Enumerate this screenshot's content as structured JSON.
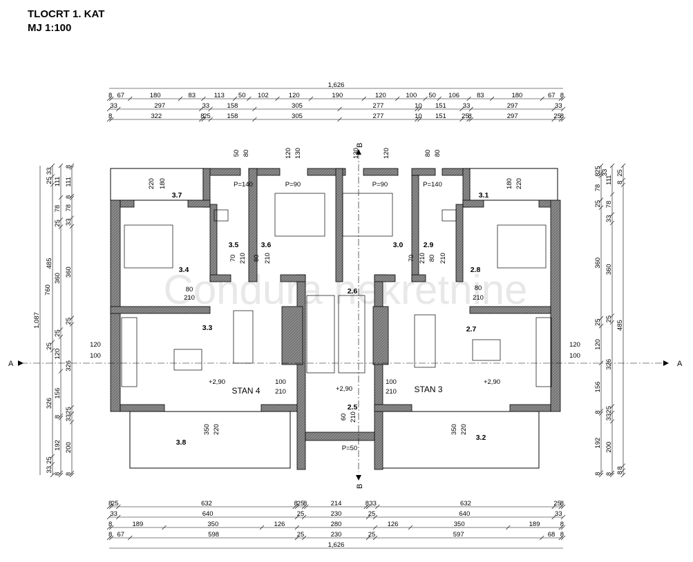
{
  "title": {
    "line1": "TLOCRT 1. KAT",
    "line2": "MJ 1:100"
  },
  "watermark": "Condura nekretnine",
  "section_marks": {
    "a": "A",
    "b": "B"
  },
  "total_width": "1,626",
  "total_height": "1,087",
  "top_dims": [
    [
      "8",
      "67",
      "180",
      "83",
      "113",
      "50",
      "102",
      "120",
      "190",
      "120",
      "100",
      "50",
      "106",
      "83",
      "180",
      "67",
      "8"
    ],
    [
      "33",
      "297",
      "33",
      "158",
      "305",
      "277",
      "10",
      "151",
      "33",
      "297",
      "33"
    ],
    [
      "8",
      "322",
      "8",
      "25",
      "158",
      "305",
      "277",
      "10",
      "151",
      "25",
      "8",
      "297",
      "25",
      "8"
    ]
  ],
  "bottom_dims": [
    [
      "8",
      "25",
      "632",
      "8",
      "25",
      "8",
      "214",
      "8",
      "33",
      "632",
      "25",
      "8"
    ],
    [
      "33",
      "640",
      "25",
      "230",
      "25",
      "640",
      "33"
    ],
    [
      "8",
      "189",
      "350",
      "126",
      "280",
      "126",
      "350",
      "189",
      "8"
    ],
    [
      "8",
      "67",
      "598",
      "25",
      "230",
      "25",
      "597",
      "68",
      "8"
    ]
  ],
  "left_dims": [
    [
      "8",
      "111",
      "8",
      "78",
      "33",
      "360",
      "25",
      "326",
      "25",
      "33",
      "200",
      "8"
    ],
    [
      "111",
      "78",
      "25",
      "360",
      "25",
      "120",
      "156",
      "8",
      "192",
      "8"
    ],
    [
      "33",
      "25",
      "485",
      "25",
      "326",
      "25",
      "33"
    ],
    [
      "760"
    ]
  ],
  "right_dims": [
    [
      "25",
      "8",
      "78",
      "25",
      "360",
      "25",
      "120",
      "156",
      "8",
      "192",
      "8"
    ],
    [
      "111",
      "78",
      "33",
      "360",
      "25",
      "326",
      "25",
      "33",
      "200",
      "8"
    ],
    [
      "25",
      "8",
      "485",
      "8",
      "8"
    ],
    [
      "33",
      "8",
      "25",
      "25"
    ]
  ],
  "rooms": [
    "3.7",
    "3.4",
    "3.5",
    "3.6",
    "3.0",
    "2.9",
    "3.1",
    "2.8",
    "2.6",
    "3.3",
    "2.7",
    "2.5",
    "3.8",
    "3.2"
  ],
  "apartments": [
    "STAN 4",
    "STAN 3"
  ],
  "levels": [
    "+2,90",
    "+2,90",
    "+2,90"
  ],
  "windows": [
    "P=140",
    "P=90",
    "P=90",
    "P=140",
    "P=50"
  ],
  "openings": [
    "50",
    "80",
    "120",
    "130",
    "130",
    "120",
    "80",
    "80",
    "220",
    "180",
    "180",
    "220",
    "70",
    "210",
    "80",
    "210",
    "70",
    "210",
    "80",
    "210",
    "80",
    "210",
    "80",
    "210",
    "120",
    "100",
    "120",
    "100",
    "100",
    "210",
    "100",
    "210",
    "350",
    "220",
    "350",
    "220",
    "60",
    "210"
  ]
}
